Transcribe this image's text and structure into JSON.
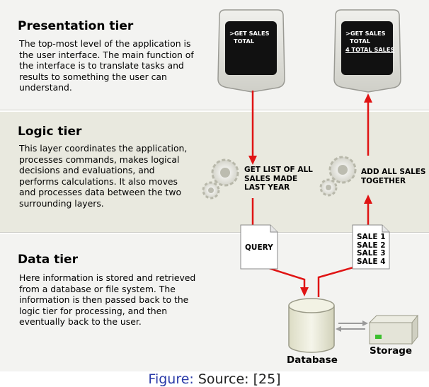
{
  "tiers": {
    "presentation": {
      "title": "Presentation tier",
      "description": "The top-most level of the application is the user interface. The main function of the interface is to translate tasks and results to something the user can understand."
    },
    "logic": {
      "title": "Logic tier",
      "description": "This layer coordinates the application, processes commands, makes logical decisions and evaluations, and performs calculations.  It also moves and processes data between the two surrounding layers."
    },
    "data": {
      "title": "Data tier",
      "description": "Here information is stored and retrieved from a database or file system.  The information is then passed back to the logic tier for processing, and then eventually back to the user."
    }
  },
  "screens": {
    "left": {
      "line1": ">GET SALES",
      "line2": "TOTAL"
    },
    "right": {
      "line1": ">GET SALES",
      "line2": "TOTAL",
      "line3": "4 TOTAL SALES"
    }
  },
  "logic_labels": {
    "left": {
      "line1": "GET LIST OF ALL",
      "line2": "SALES MADE",
      "line3": "LAST YEAR"
    },
    "right": {
      "line1": "ADD ALL SALES",
      "line2": "TOGETHER"
    }
  },
  "documents": {
    "query": "QUERY",
    "sales": [
      "SALE 1",
      "SALE 2",
      "SALE 3",
      "SALE 4"
    ]
  },
  "storage_labels": {
    "database": "Database",
    "storage": "Storage"
  },
  "caption": {
    "label": "Figure:",
    "text": "Source: [25]"
  },
  "colors": {
    "arrow": "#e01414",
    "screen": "#111111",
    "monitor_frame": "#d8d8d2",
    "caption_label": "#2a3aa8"
  },
  "icons": [
    "monitor-icon",
    "gear-icon",
    "document-icon",
    "database-icon",
    "storage-icon"
  ]
}
